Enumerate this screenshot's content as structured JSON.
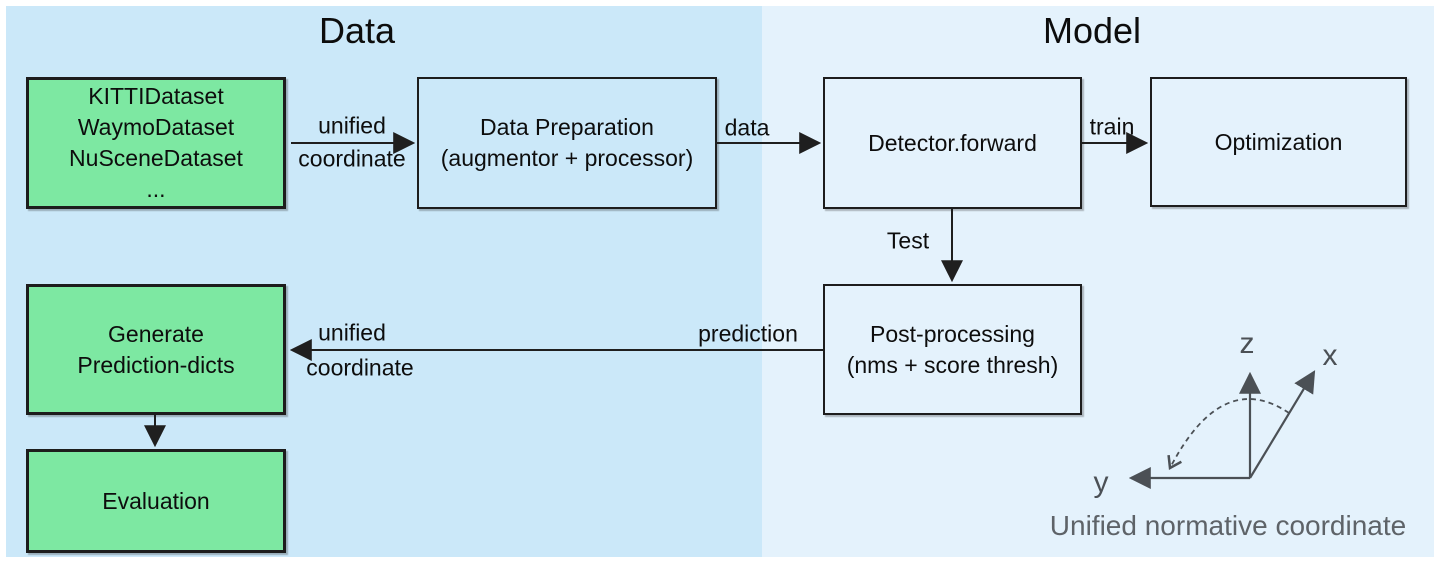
{
  "sections": {
    "data": {
      "title": "Data"
    },
    "model": {
      "title": "Model"
    }
  },
  "nodes": {
    "datasets": {
      "lines": [
        "KITTIDataset",
        "WaymoDataset",
        "NuSceneDataset",
        "..."
      ]
    },
    "data_preparation": {
      "lines": [
        "Data Preparation",
        "(augmentor + processor)"
      ]
    },
    "detector_forward": {
      "lines": [
        "Detector.forward"
      ]
    },
    "optimization": {
      "lines": [
        "Optimization"
      ]
    },
    "post_processing": {
      "lines": [
        "Post-processing",
        "(nms + score thresh)"
      ]
    },
    "generate_prediction_dicts": {
      "lines": [
        "Generate",
        "Prediction-dicts"
      ]
    },
    "evaluation": {
      "lines": [
        "Evaluation"
      ]
    }
  },
  "edges": {
    "unified_coordinate_in": {
      "top": "unified",
      "bottom": "coordinate"
    },
    "data": {
      "label": "data"
    },
    "train": {
      "label": "train"
    },
    "test": {
      "label": "Test"
    },
    "prediction": {
      "label": "prediction"
    },
    "unified_coordinate_out": {
      "top": "unified",
      "bottom": "coordinate"
    }
  },
  "axes": {
    "z": "z",
    "x": "x",
    "y": "y",
    "caption": "Unified normative coordinate"
  },
  "colors": {
    "left_background": "#cbe8f9",
    "right_background": "#e4f2fc",
    "green_fill": "#7de8a2",
    "box_border": "#1d1d1d",
    "arrow": "#1f1f1f",
    "axes_gray": "#4b5055",
    "caption_gray": "#5e6368"
  }
}
